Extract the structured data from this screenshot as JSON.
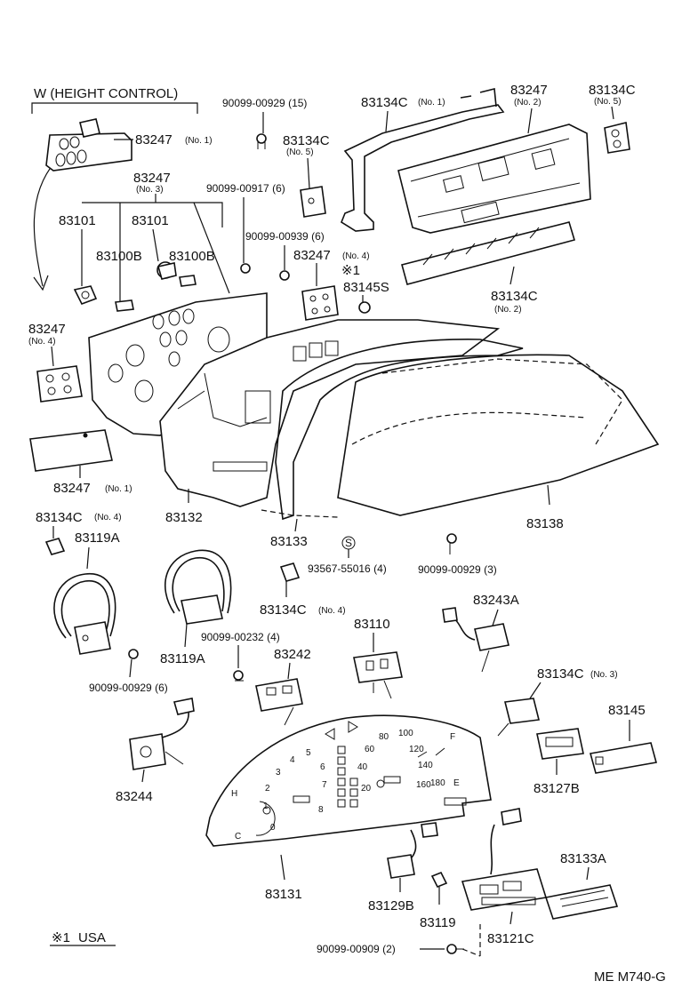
{
  "header": {
    "variant_label": "W (HEIGHT CONTROL)",
    "note_symbol": "※1",
    "note_text": "USA",
    "figure_code": "ME M740-G"
  },
  "labels": {
    "l83247_no1_top": "83247",
    "l83247_no1_top_sub": "(No. 1)",
    "l83247_no3": "83247",
    "l83247_no3_sub": "(No. 3)",
    "l83101_a": "83101",
    "l83101_b": "83101",
    "l83100b_a": "83100B",
    "l83100b_b": "83100B",
    "l83247_no4_left": "83247",
    "l83247_no4_left_sub": "(No. 4)",
    "l83247_no1_left": "83247",
    "l83247_no1_left_sub": "(No. 1)",
    "l90099_00929_15": "90099-00929 (15)",
    "l83134c_no5_a": "83134C",
    "l83134c_no5_a_sub": "(No. 5)",
    "l90099_00917": "90099-00917 (6)",
    "l90099_00939": "90099-00939 (6)",
    "l83247_no4_mid": "83247",
    "l83247_no4_mid_sub": "(No. 4)",
    "l_x1": "※1",
    "l83145s": "83145S",
    "l83134c_no1": "83134C",
    "l83134c_no1_sub": "(No. 1)",
    "l83247_no2": "83247",
    "l83247_no2_sub": "(No. 2)",
    "l83134c_no5_b": "83134C",
    "l83134c_no5_b_sub": "(No. 5)",
    "l83134c_no2": "83134C",
    "l83134c_no2_sub": "(No. 2)",
    "l83132": "83132",
    "l83133": "83133",
    "l83138": "83138",
    "l_s": "S",
    "l93567": "93567-55016 (4)",
    "l90099_00929_3": "90099-00929 (3)",
    "l83134c_no4_left": "83134C",
    "l83134c_no4_left_sub": "(No. 4)",
    "l83119a_a": "83119A",
    "l83119a_b": "83119A",
    "l90099_00929_6": "90099-00929 (6)",
    "l83134c_no4_mid": "83134C",
    "l83134c_no4_mid_sub": "(No. 4)",
    "l83110": "83110",
    "l83243a": "83243A",
    "l90099_00232": "90099-00232 (4)",
    "l83242": "83242",
    "l83134c_no3": "83134C",
    "l83134c_no3_sub": "(No. 3)",
    "l83145": "83145",
    "l83244": "83244",
    "l83127b": "83127B",
    "l83131": "83131",
    "l83129b": "83129B",
    "l83119": "83119",
    "l83133a": "83133A",
    "l83121c": "83121C",
    "l90099_00909": "90099-00909 (2)"
  },
  "dial": {
    "speed_marks": [
      "20",
      "40",
      "60",
      "80",
      "100",
      "120",
      "140",
      "160",
      "180"
    ],
    "tach_marks": [
      "0",
      "1",
      "2",
      "3",
      "4",
      "5",
      "6",
      "7",
      "8"
    ],
    "fuel_marks": [
      "F",
      "E"
    ],
    "temp_marks": [
      "H",
      "C"
    ]
  }
}
